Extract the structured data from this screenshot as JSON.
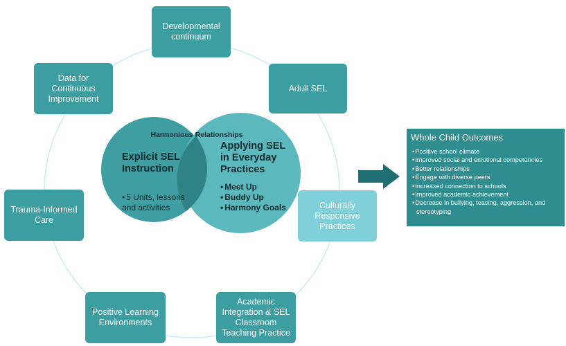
{
  "colors": {
    "box": "#3c9ea0",
    "box_light": "#7fd0d8",
    "ring": "#c9ecef",
    "circle_left": "#3f9ea1",
    "circle_right": "#5bb8bc",
    "overlap": "#2f8385",
    "outcomes_bg": "#2f8c8f",
    "arrow": "#1f6f72"
  },
  "ring_nodes": [
    {
      "id": "developmental",
      "label": "Developmental\ncontinuum"
    },
    {
      "id": "adult-sel",
      "label": "Adult SEL"
    },
    {
      "id": "culturally",
      "label": "Culturally\nResponsive\nPractices"
    },
    {
      "id": "academic",
      "label": "Academic\nIntegration & SEL\nClassroom\nTeaching Practice"
    },
    {
      "id": "positive-learning",
      "label": "Positive Learning\nEnvironments"
    },
    {
      "id": "trauma",
      "label": "Trauma-Informed\nCare"
    },
    {
      "id": "data",
      "label": "Data for\nContinuous\nImprovement"
    }
  ],
  "venn": {
    "top_label": "Harmonious Relationships",
    "left": {
      "heading": "Explicit SEL\nInstruction",
      "items": [
        "5 Units, lessons\nand activities"
      ]
    },
    "right": {
      "heading": "Applying SEL\nin Everyday\nPractices",
      "items": [
        "Meet Up",
        "Buddy Up",
        "Harmony Goals"
      ]
    }
  },
  "outcomes": {
    "title": "Whole Child Outcomes",
    "items": [
      "Positive school climate",
      "Improved social and emotional competencies",
      "Better relationships",
      "Engage with diverse peers",
      "Increased connection to schools",
      "Improved academic achievement",
      "Decrease in bullying, teasing, aggression, and stereotyping"
    ]
  }
}
